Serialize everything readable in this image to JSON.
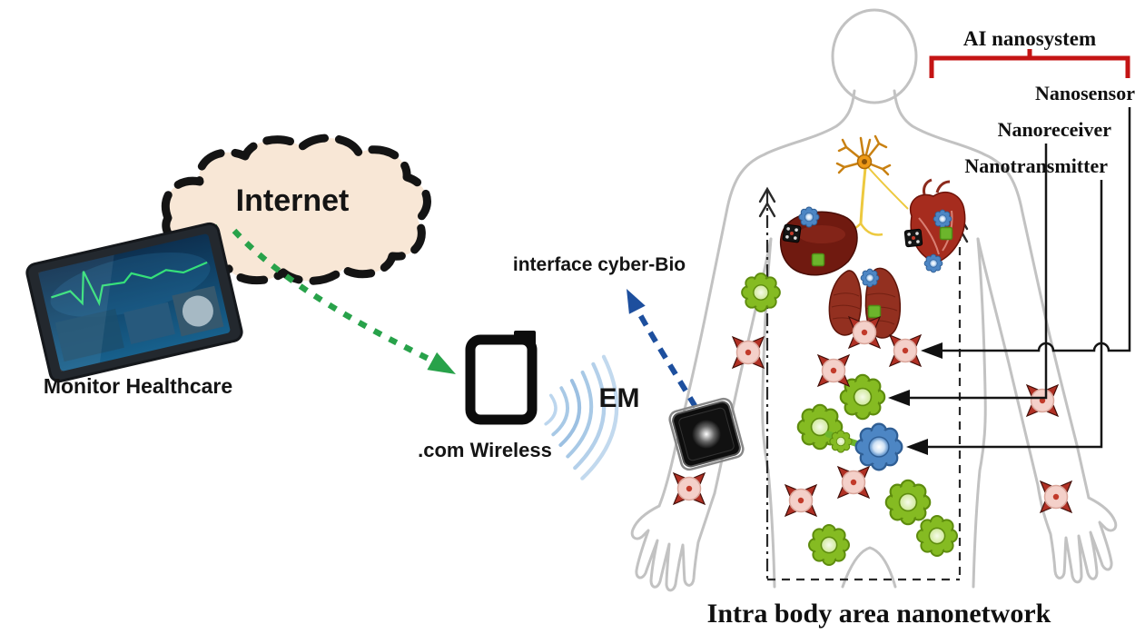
{
  "labels": {
    "internet": "Internet",
    "monitor_healthcare": "Monitor Healthcare",
    "com_wireless": ".com Wireless",
    "em": "EM",
    "interface_cyber_bio": "interface cyber-Bio",
    "ai_nanosystem": "AI nanosystem",
    "nanosensor": "Nanosensor",
    "nanoreceiver": "Nanoreceiver",
    "nanotransmitter": "Nanotransmitter",
    "caption": "Intra body area nanonetwork"
  },
  "colors": {
    "cloud_fill": "#f8e7d6",
    "cloud_border": "#141414",
    "internet_arrow_green": "#28a24a",
    "interface_arrow_blue": "#1d4f9e",
    "em_wave_blue": "#a8c9e6",
    "ai_bracket_red": "#c41414",
    "body_outline_gray": "#c2c2c2",
    "nanoreceiver_green": "#85bb22",
    "nanotransmitter_blue": "#4d86c4",
    "nanosensor_pink": "#f4d0c9",
    "nanosensor_red": "#b03024",
    "label_line_black": "#151515"
  },
  "icons": {
    "internet_cloud": "dashed-cloud",
    "healthcare_monitor": "tablet-with-medical-dashboard",
    "wireless_gateway": "smartphone-outline",
    "em_waves": "radio-wave-arcs",
    "wrist_device": "black-wearable-with-glow",
    "human_body": "body-outline-with-organs",
    "nanosensor": "pink-disc-with-red-arrows",
    "nanoreceiver": "green-gear",
    "nanotransmitter": "blue-gear-glowing"
  }
}
